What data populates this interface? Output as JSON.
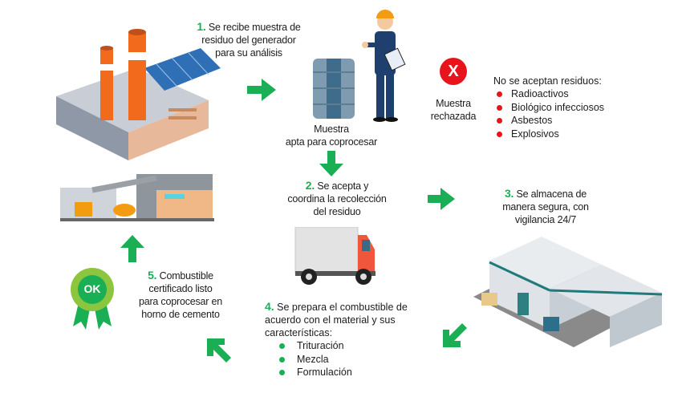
{
  "colors": {
    "accent_green": "#1aaf54",
    "reject_red": "#e8141c",
    "text": "#1c1c1c"
  },
  "step1": {
    "number": "1.",
    "text": [
      "Se recibe muestra de",
      "residuo del generador",
      "para su análisis"
    ]
  },
  "sample_ok": {
    "text": [
      "Muestra",
      "apta para coprocesar"
    ]
  },
  "sample_rejected": {
    "icon_label": "X",
    "text": [
      "Muestra",
      "rechazada"
    ]
  },
  "not_accepted": {
    "title": "No se aceptan residuos:",
    "items": [
      "Radioactivos",
      "Biológico infecciosos",
      "Asbestos",
      "Explosivos"
    ]
  },
  "step2": {
    "number": "2.",
    "text": [
      "Se acepta y",
      "coordina la recolección",
      "del residuo"
    ]
  },
  "step3": {
    "number": "3.",
    "text": [
      "Se almacena de",
      "manera segura, con",
      "vigilancia 24/7"
    ]
  },
  "step4": {
    "number": "4.",
    "text": [
      "Se prepara  el combustible de",
      "acuerdo con el material y sus",
      "características:"
    ],
    "items": [
      "Trituración",
      "Mezcla",
      "Formulación"
    ]
  },
  "step5": {
    "number": "5.",
    "text": [
      "Combustible",
      "certificado listo",
      "para coprocesar en",
      "horno de cemento"
    ]
  },
  "badge": {
    "label": "OK"
  }
}
